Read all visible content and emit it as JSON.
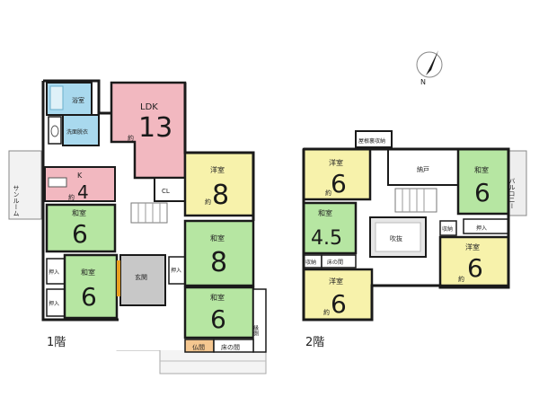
{
  "floors": {
    "first": {
      "label": "1階",
      "rooms": {
        "bath": "浴室",
        "washroom": "洗面脱衣",
        "ldk_name": "LDK",
        "ldk_size": "13",
        "ldk_prefix": "約",
        "k_name": "K",
        "k_size": "4",
        "k_prefix": "約",
        "sunroom": "サンルーム",
        "cl": "CL",
        "yoshitsu_name": "洋室",
        "yoshitsu_size": "8",
        "yoshitsu_prefix": "約",
        "washitsu_a_name": "和室",
        "washitsu_a_size": "6",
        "washitsu_b_name": "和室",
        "washitsu_b_size": "6",
        "washitsu_c_name": "和室",
        "washitsu_c_size": "8",
        "washitsu_d_name": "和室",
        "washitsu_d_size": "6",
        "oshiire_1": "押入",
        "oshiire_2": "押入",
        "oshiire_3": "押入",
        "genkan": "玄関",
        "butsuma": "仏間",
        "tokonoma": "床の間",
        "engawa": "縁側"
      }
    },
    "second": {
      "label": "2階",
      "rooms": {
        "attic_storage": "屋根裏収納",
        "yoshitsu_a_name": "洋室",
        "yoshitsu_a_size": "6",
        "yoshitsu_a_prefix": "約",
        "nando": "納戸",
        "washitsu_a_name": "和室",
        "washitsu_a_size": "6",
        "balcony": "バルコニー",
        "washitsu_b_name": "和室",
        "washitsu_b_size": "4.5",
        "fukinuke": "吹抜",
        "oshiire": "押入",
        "shuno_1": "収納",
        "shuno_2": "収納",
        "tokonoma": "床の間",
        "yoshitsu_b_name": "洋室",
        "yoshitsu_b_size": "6",
        "yoshitsu_b_prefix": "約",
        "yoshitsu_c_name": "洋室",
        "yoshitsu_c_size": "6",
        "yoshitsu_c_prefix": "約"
      }
    }
  },
  "compass": {
    "label": "N"
  },
  "colors": {
    "wall": "#1a1a1a",
    "ldk": "#f2b8c0",
    "washitsu": "#b6e6a2",
    "yoshitsu": "#f7f2ab",
    "bath": "#a9d9ee",
    "genkan": "#c8c8c8",
    "butsuma": "#f5c790",
    "corridor": "#ffffff",
    "exterior": "#eeeeee"
  }
}
